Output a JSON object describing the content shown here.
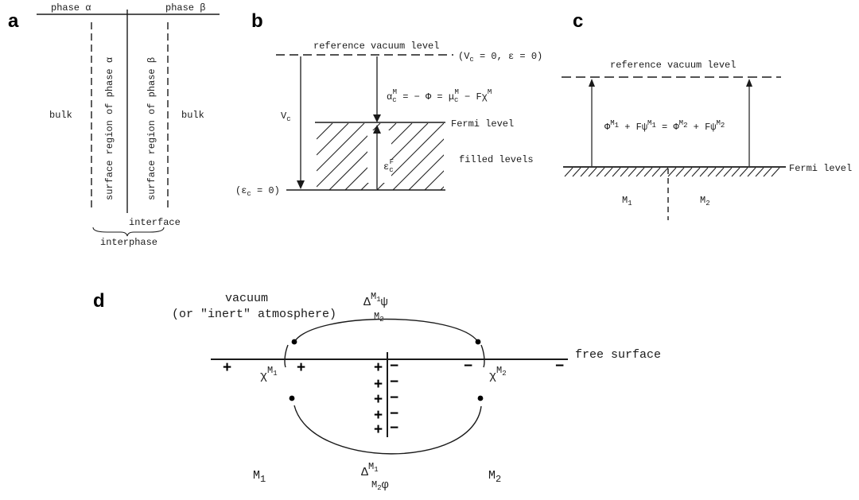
{
  "panel_letters": {
    "a": "a",
    "b": "b",
    "c": "c",
    "d": "d"
  },
  "panel_a": {
    "phase_alpha": "phase α",
    "phase_beta": "phase β",
    "bulk_left": "bulk",
    "bulk_right": "bulk",
    "surface_alpha": "surface region of phase α",
    "surface_beta": "surface region of phase β",
    "interface": "interface",
    "interphase": "interphase"
  },
  "panel_b": {
    "vacuum_label": "reference vacuum level",
    "vacuum_cond": "(V",
    "vacuum_cond_sub": "c",
    "vacuum_cond_rest": " = 0, ε = 0)",
    "alpha_main": "α",
    "alpha_sub": "c",
    "alpha_sup": "M",
    "alpha_eq": " = − Φ = μ",
    "mu_sub": "c",
    "mu_sup": "M",
    "alpha_end": " − Fχ",
    "chi_sup": "M",
    "fermi": "Fermi level",
    "filled": "filled levels",
    "vc_main": "V",
    "vc_sub": "c",
    "ec_main": "ε",
    "ec_sub": "c",
    "ec_sup": "F",
    "bottom_open": "(ε",
    "bottom_sub": "c",
    "bottom_rest": " = 0)"
  },
  "panel_c": {
    "vacuum_label": "reference vacuum level",
    "fermi": "Fermi level",
    "phi": "Φ",
    "psi": "ψ",
    "eq_plus": " + F",
    "eq_equals": " = ",
    "m1_sup": "M",
    "m1_sup_sub": "1",
    "m2_sup": "M",
    "m2_sup_sub": "2",
    "m1_main": "M",
    "m1_sub": "1",
    "m2_main": "M",
    "m2_sub": "2"
  },
  "panel_d": {
    "vacuum": "vacuum",
    "inert": "(or \"inert\" atmosphere)",
    "free_surface": "free surface",
    "delta": "Δ",
    "delta_sup": "M",
    "delta_sup_sub": "1",
    "delta_sub": "M",
    "delta_sub_sub": "2",
    "psi": "ψ",
    "phi": "φ",
    "chi": "χ",
    "chi_sup_m": "M",
    "chi_sup_1": "1",
    "chi_sup_2": "2",
    "plus": "+",
    "minus": "−",
    "m1_main": "M",
    "m1_sub": "1",
    "m2_main": "M",
    "m2_sub": "2"
  }
}
